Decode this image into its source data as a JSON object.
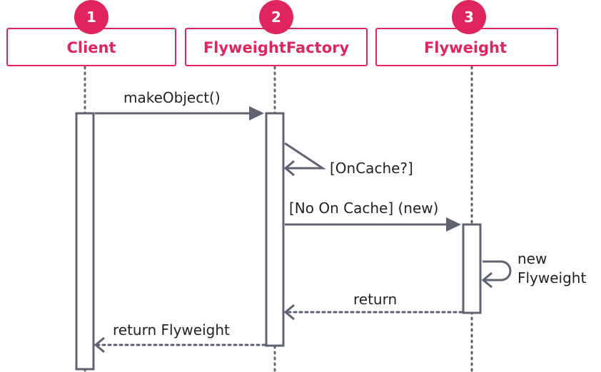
{
  "colors": {
    "accent": "#E0245E",
    "line": "#5F6270",
    "text": "#222222",
    "background": "#FFFFFF"
  },
  "participants": [
    {
      "number": "1",
      "label": "Client"
    },
    {
      "number": "2",
      "label": "FlyweightFactory"
    },
    {
      "number": "3",
      "label": "Flyweight"
    }
  ],
  "messages": {
    "make_object": "makeObject()",
    "on_cache": "[OnCache?]",
    "no_on_cache": "[No On Cache] (new)",
    "new_flyweight_line1": "new",
    "new_flyweight_line2": "Flyweight",
    "return": "return",
    "return_flyweight": "return Flyweight"
  }
}
